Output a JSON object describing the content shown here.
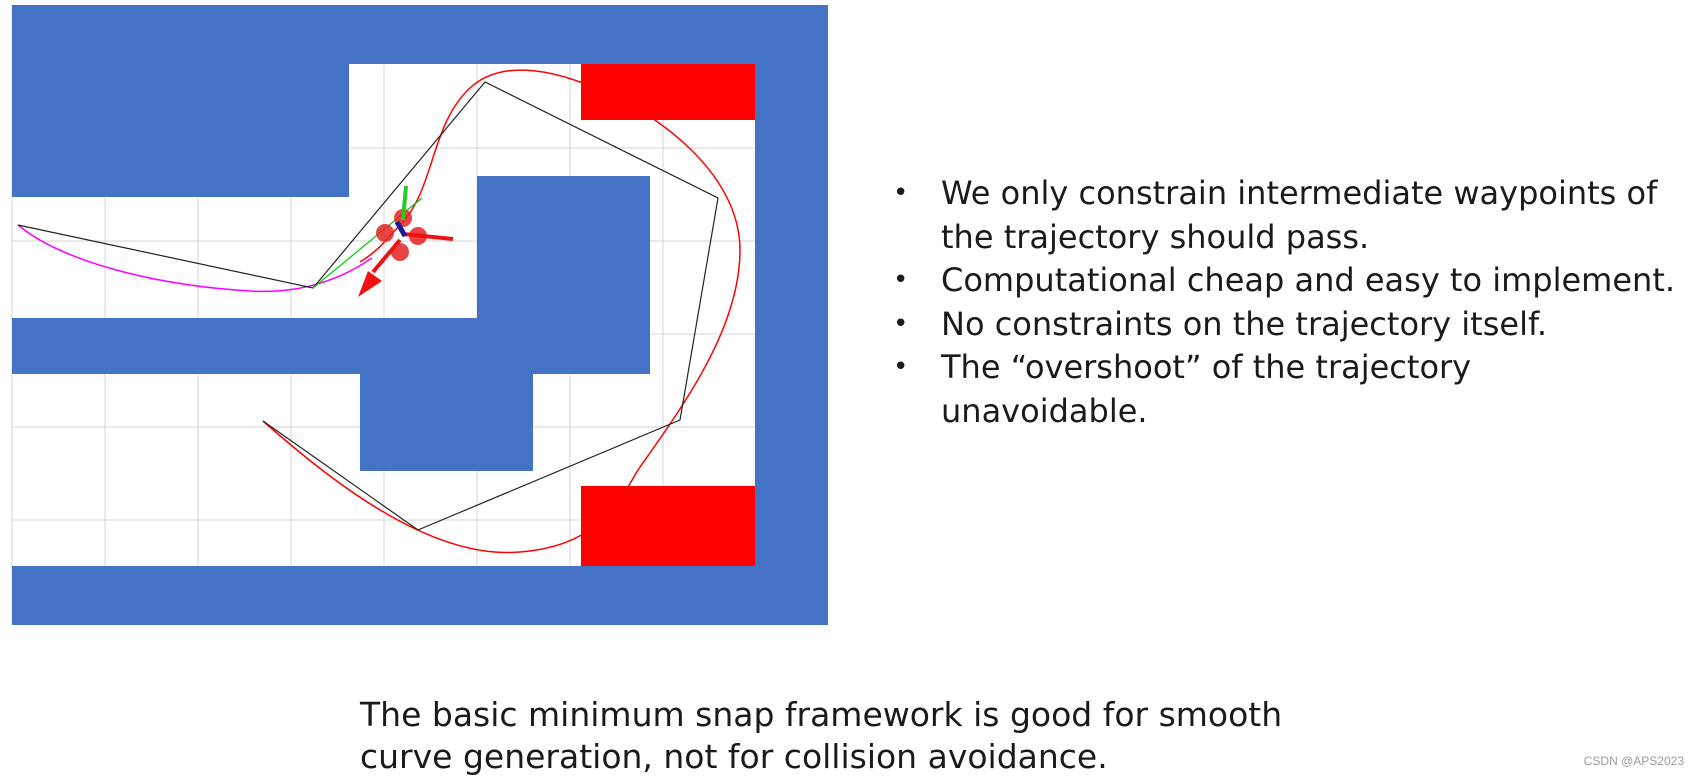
{
  "bullets": [
    "We only constrain intermediate waypoints of the trajectory should pass.",
    "Computational cheap and easy to implement.",
    "No constraints on the trajectory itself.",
    "The “overshoot” of the trajectory unavoidable."
  ],
  "bullet_symbol": "•",
  "caption": "The basic minimum snap framework is good for smooth curve generation, not for collision avoidance.",
  "watermark": "CSDN @APS2023",
  "colors": {
    "obstacle": "#4472C4",
    "target_box": "#FF0000",
    "grid": "#d4d4d4",
    "waypoint_path": "#222222",
    "trajectory": "#FF0000",
    "traveled_trajectory": "#FF00FF",
    "lookahead": "#00CC00"
  }
}
